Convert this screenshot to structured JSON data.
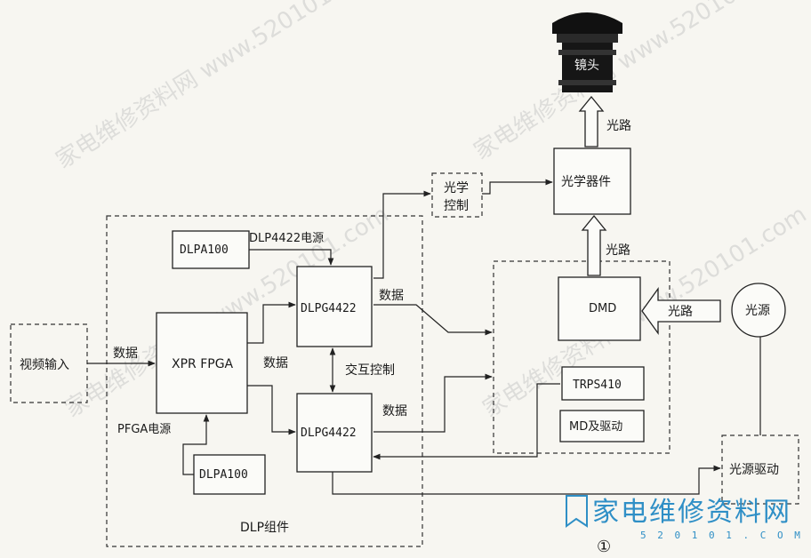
{
  "watermark": "家电维修资料网 www.520101.com",
  "blocks": {
    "video_input": "视频输入",
    "xpr_fpga": "XPR FPGA",
    "dlpa100_top": "DLPA100",
    "dlpa100_bottom": "DLPA100",
    "dlpg4422_top": "DLPG4422",
    "dlpg4422_bottom": "DLPG4422",
    "optical_control_line1": "光学",
    "optical_control_line2": "控制",
    "optical_device": "光学器件",
    "lens": "镜头",
    "dmd": "DMD",
    "trps410": "TRPS410",
    "md_driver": "MD及驱动",
    "light_source": "光源",
    "light_source_driver": "光源驱动"
  },
  "labels": {
    "data_in": "数据",
    "dlp4422_power": "DLP4422电源",
    "data_top_branch": "数据",
    "data_top_out": "数据",
    "interactive_control": "交互控制",
    "data_bottom_out": "数据",
    "pfga_power": "PFGA电源",
    "dlp_assembly": "DLP组件",
    "light_path_lens": "光路",
    "light_path_dmd": "光路",
    "light_path_source": "光路"
  },
  "brand": {
    "name": "家电维修资料网",
    "url": "5 2 0 1 0 1 . C O M",
    "color": "#2f8fc6"
  },
  "footnote": "①"
}
